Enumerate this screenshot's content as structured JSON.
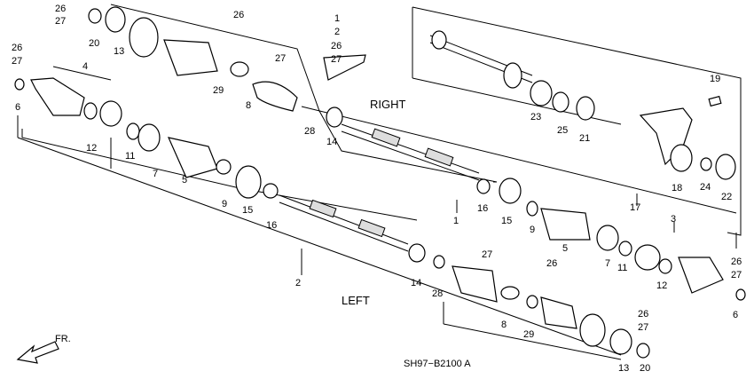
{
  "labels": {
    "right": "RIGHT",
    "left": "LEFT",
    "fr": "FR.",
    "code": "SH97−B2100 A"
  },
  "callouts": [
    {
      "id": "n26a",
      "text": "26"
    },
    {
      "id": "n27a",
      "text": "27"
    },
    {
      "id": "n20a",
      "text": "20"
    },
    {
      "id": "n13a",
      "text": "13"
    },
    {
      "id": "n26b",
      "text": "26"
    },
    {
      "id": "n27b",
      "text": "27"
    },
    {
      "id": "n29a",
      "text": "29"
    },
    {
      "id": "n8a",
      "text": "8"
    },
    {
      "id": "n28a",
      "text": "28"
    },
    {
      "id": "n14a",
      "text": "14"
    },
    {
      "id": "n1a",
      "text": "1"
    },
    {
      "id": "n2a",
      "text": "2"
    },
    {
      "id": "n26c",
      "text": "26"
    },
    {
      "id": "n27c",
      "text": "27"
    },
    {
      "id": "n26d",
      "text": "26"
    },
    {
      "id": "n27d",
      "text": "27"
    },
    {
      "id": "n6a",
      "text": "6"
    },
    {
      "id": "n4",
      "text": "4"
    },
    {
      "id": "n12a",
      "text": "12"
    },
    {
      "id": "n11a",
      "text": "11"
    },
    {
      "id": "n7a",
      "text": "7"
    },
    {
      "id": "n5a",
      "text": "5"
    },
    {
      "id": "n9a",
      "text": "9"
    },
    {
      "id": "n15a",
      "text": "15"
    },
    {
      "id": "n16a",
      "text": "16"
    },
    {
      "id": "n2b",
      "text": "2"
    },
    {
      "id": "n14b",
      "text": "14"
    },
    {
      "id": "n28b",
      "text": "28"
    },
    {
      "id": "n27e",
      "text": "27"
    },
    {
      "id": "n8b",
      "text": "8"
    },
    {
      "id": "n29b",
      "text": "29"
    },
    {
      "id": "n26e",
      "text": "26"
    },
    {
      "id": "n26f",
      "text": "26"
    },
    {
      "id": "n27f",
      "text": "27"
    },
    {
      "id": "n13b",
      "text": "13"
    },
    {
      "id": "n20b",
      "text": "20"
    },
    {
      "id": "n16b",
      "text": "16"
    },
    {
      "id": "n15b",
      "text": "15"
    },
    {
      "id": "n1b",
      "text": "1"
    },
    {
      "id": "n9b",
      "text": "9"
    },
    {
      "id": "n5b",
      "text": "5"
    },
    {
      "id": "n7b",
      "text": "7"
    },
    {
      "id": "n3",
      "text": "3"
    },
    {
      "id": "n11b",
      "text": "11"
    },
    {
      "id": "n12b",
      "text": "12"
    },
    {
      "id": "n26g",
      "text": "26"
    },
    {
      "id": "n27g",
      "text": "27"
    },
    {
      "id": "n6b",
      "text": "6"
    },
    {
      "id": "n17",
      "text": "17"
    },
    {
      "id": "n19",
      "text": "19"
    },
    {
      "id": "n23",
      "text": "23"
    },
    {
      "id": "n25",
      "text": "25"
    },
    {
      "id": "n21",
      "text": "21"
    },
    {
      "id": "n18",
      "text": "18"
    },
    {
      "id": "n24",
      "text": "24"
    },
    {
      "id": "n22",
      "text": "22"
    }
  ]
}
